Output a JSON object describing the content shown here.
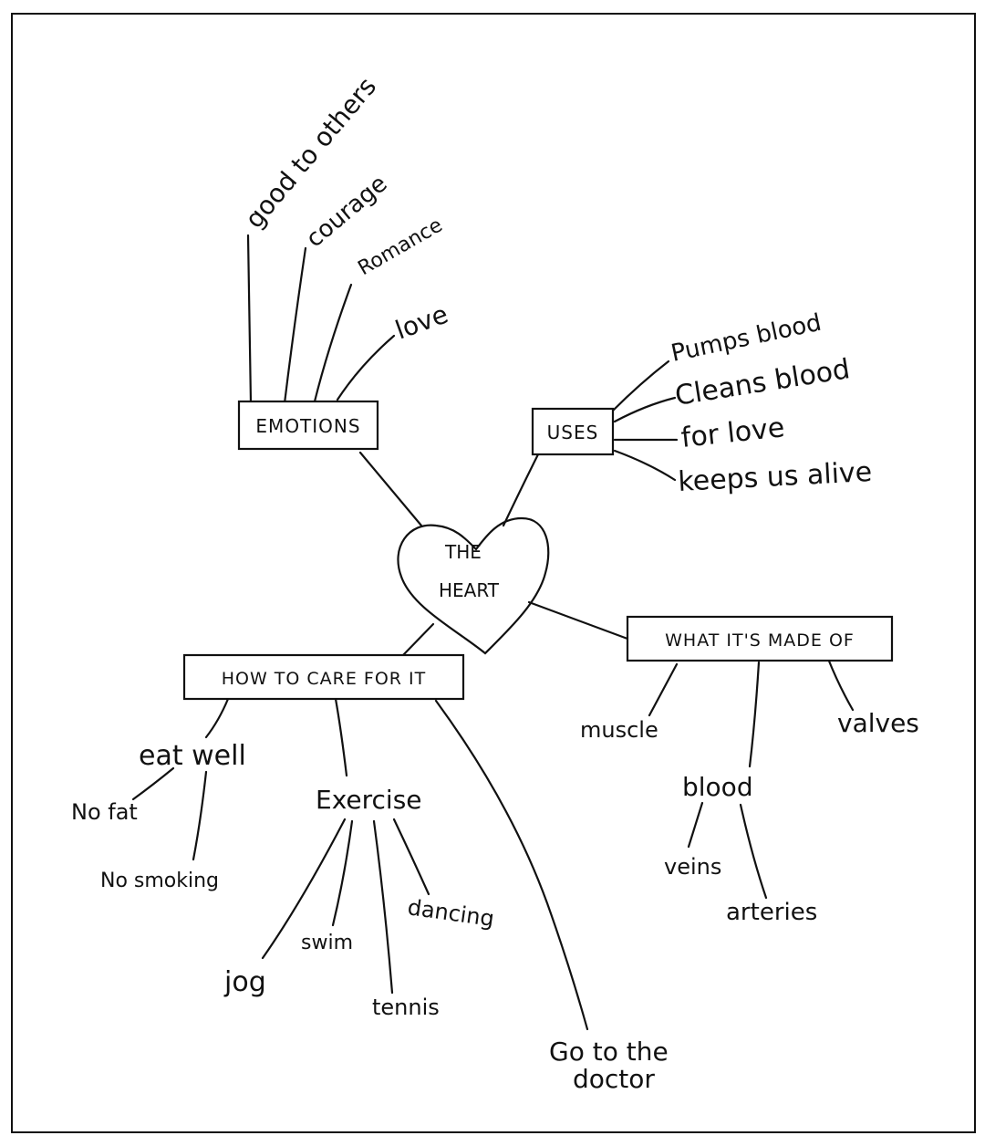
{
  "center": {
    "line1": "THE",
    "line2": "HEART"
  },
  "emotions": {
    "label": "EMOTIONS",
    "items": [
      "good to others",
      "courage",
      "Romance",
      "love"
    ]
  },
  "uses": {
    "label": "USES",
    "items": [
      "Pumps blood",
      "Cleans blood",
      "for love",
      "keeps us alive"
    ]
  },
  "made_of": {
    "label": "WHAT IT'S MADE OF",
    "items": [
      "muscle",
      "blood",
      "valves"
    ],
    "blood_sub": [
      "veins",
      "arteries"
    ]
  },
  "care": {
    "label": "HOW TO CARE FOR IT",
    "eat_well": "eat well",
    "eat_well_sub": [
      "No fat",
      "No smoking"
    ],
    "exercise": "Exercise",
    "exercise_sub": [
      "jog",
      "swim",
      "tennis",
      "dancing"
    ],
    "doctor_line1": "Go to the",
    "doctor_line2": "doctor"
  }
}
